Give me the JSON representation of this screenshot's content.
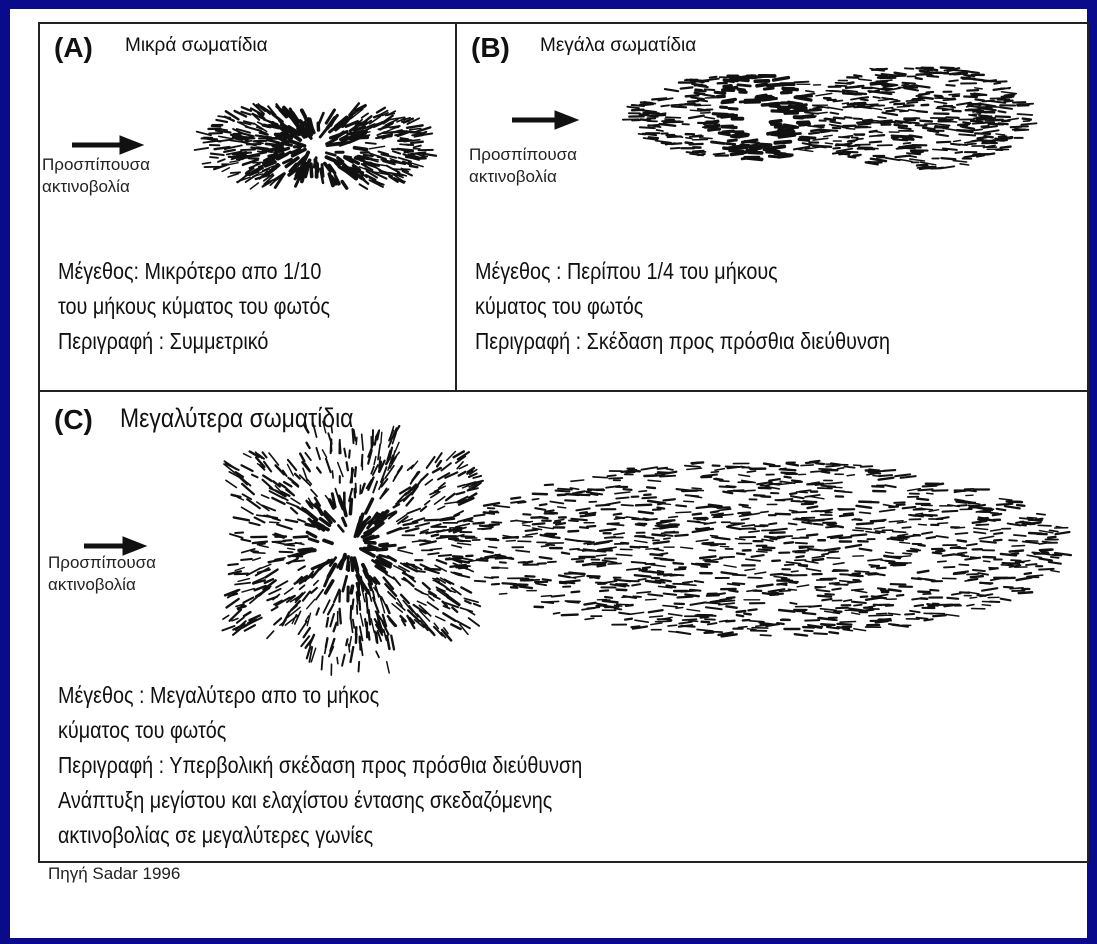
{
  "panels": {
    "a": {
      "letter": "(A)",
      "title": "Μικρά σωματίδια",
      "incident": [
        "Προσπίπουσα",
        "ακτινοβολία"
      ],
      "description": [
        "Μέγεθος: Μικρότερο απο 1/10",
        "του μήκους κύματος του φωτός",
        "Περιγραφή : Συμμετρικό"
      ]
    },
    "b": {
      "letter": "(B)",
      "title": "Μεγάλα σωματίδια",
      "incident": [
        "Προσπίπουσα",
        "ακτινοβολία"
      ],
      "description": [
        "Μέγεθος : Περίπου 1/4 του μήκους",
        "κύματος του φωτός",
        "Περιγραφή : Σκέδαση προς πρόσθια διεύθυνση"
      ]
    },
    "c": {
      "letter": "(C)",
      "title": "Μεγαλύτερα σωματίδια",
      "incident": [
        "Προσπίπουσα",
        "ακτινοβολία"
      ],
      "description": [
        "Μέγεθος : Μεγαλύτερο απο το μήκος",
        "κύματος του φωτός",
        "Περιγραφή : Υπερβολική σκέδαση προς πρόσθια διεύθυνση",
        "Ανάπτυξη μεγίστου και ελαχίστου έντασης σκεδαζόμενης",
        "ακτινοβολίας σε μεγαλύτερες γωνίες"
      ]
    }
  },
  "source": "Πηγή Sadar 1996",
  "colors": {
    "frame": "#0a0a8c",
    "ink": "#111111"
  }
}
